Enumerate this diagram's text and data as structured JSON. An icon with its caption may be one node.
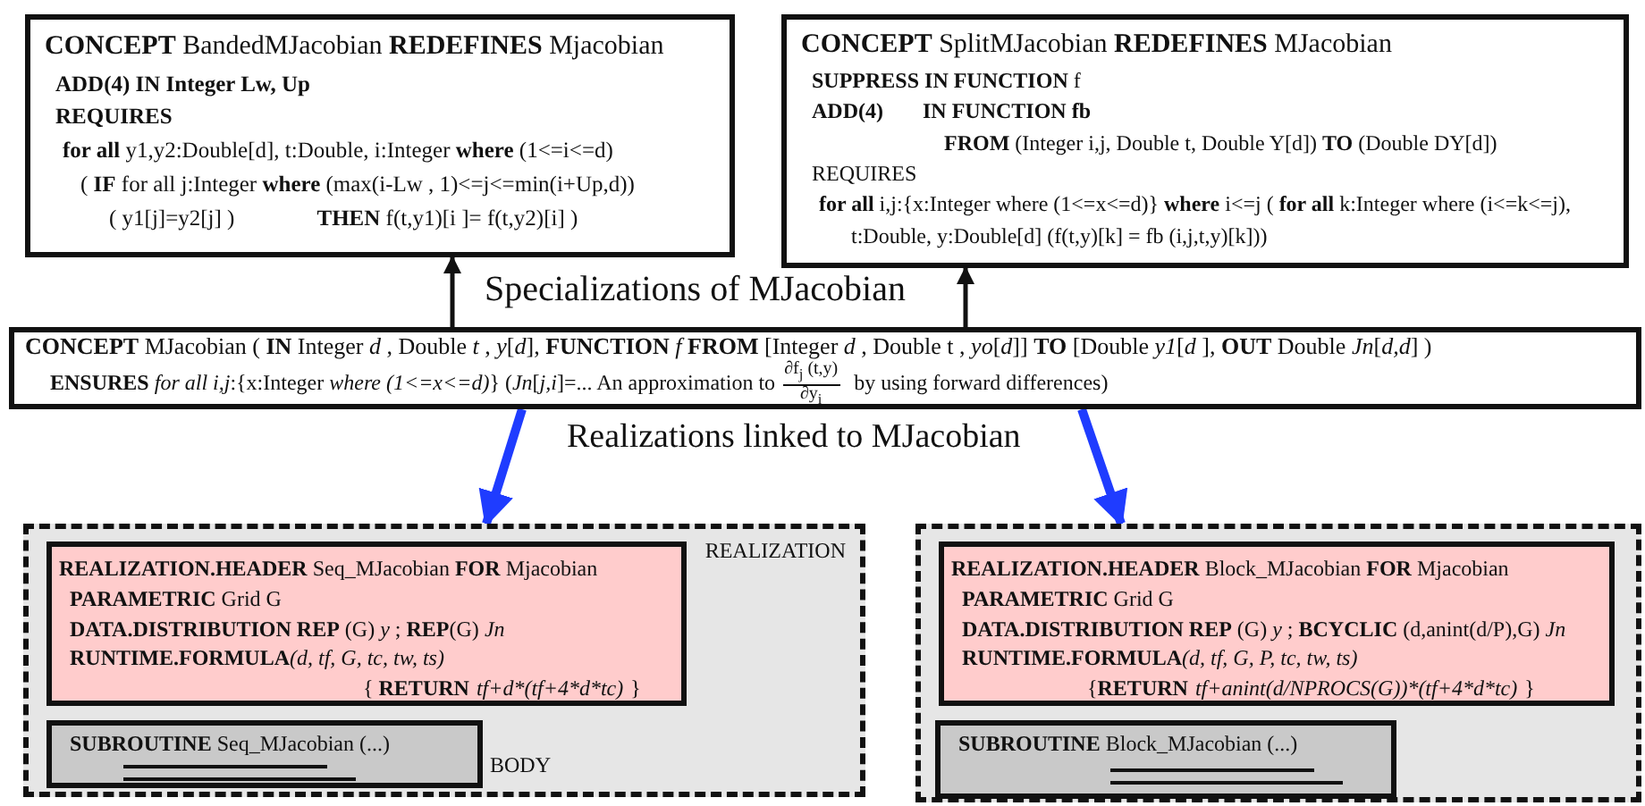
{
  "diagram": {
    "nodes": [
      {
        "text": [
          "**CONCEPT** BandedMJacobian **REDEFINES** Mjacobian",
          "ADD(4) IN Integer Lw, Up",
          "REQUIRES",
          "**for all** y1,y2:Double[d], t:Double, i:Integer **where** (1<=i<=d)",
          "( **IF** for all j:Integer **where** (max(i-Lw , 1)<=j<=min(i+Up,d))",
          "( y1[j]=y2[j] )",
          "**THEN** f(t,y1)[i ]= f(t,y2)[i] )"
        ]
      },
      {
        "text": [
          "**CONCEPT** SplitMJacobian **REDEFINES** MJacobian",
          "**SUPPRESS IN FUNCTION** f",
          "ADD(4)",
          "IN FUNCTION fb",
          "**FROM** (Integer i,j, Double t, Double Y[d]) **TO** (Double DY[d])",
          "REQUIRES",
          "**for all** i,j:{x:Integer where (1<=x<=d)} **where** i<=j ( **for all** k:Integer where (i<=k<=j), t:Double, y:Double[d] (f(t,y)[k] = fb (i,j,t,y)[k]))"
        ]
      },
      {
        "text": [
          "**CONCEPT** MJacobian ( **IN** Integer *d* , Double *t* , *y*[*d*], **FUNCTION** *f* **FROM** [Integer *d* , Double t , *yo*[*d*]] **TO** [Double *y1*[*d* ], **OUT** Double *Jn*[*d,d*] )",
          "**ENSURES** *for all i,j*:{x:Integer *where (1<=x<=d)*} (*Jn*[*j,i*]=... An approximation to",
          "**∂**f$_{j}$ (t,y)",
          "**∂**y$_{i}$",
          "by using forward differences)"
        ]
      },
      {
        "text": [
          "REALIZATION"
        ]
      },
      {
        "text": [
          "**REALIZATION.HEADER** Seq_MJacobian **FOR** Mjacobian",
          "**PARAMETRIC** Grid G",
          "**DATA.DISTRIBUTION REP** (G) *y* ; **REP**(G) *Jn*",
          "RUNTIME.FORMULA",
          "(d, tf, G, tc, tw, ts)",
          "{ **RETURN**",
          "tf+d*(tf+4*d*tc)",
          "}"
        ],
        "in": 3
      },
      {
        "text": [
          "**SUBROUTINE** Seq_MJacobian (...)"
        ],
        "in": 3,
        "beside": [
          "BODY"
        ]
      },
      {
        "text": [],
        "shape": "box"
      },
      {
        "text": [
          "**REALIZATION.HEADER** Block_MJacobian **FOR** Mjacobian",
          "**PARAMETRIC** Grid G",
          "**DATA.DISTRIBUTION REP** (G) *y* ; **BCYCLIC** (d,anint(d/P),G) *Jn*",
          "RUNTIME.FORMULA",
          "(d, tf, G, P, tc, tw, ts)",
          "{**RETURN**",
          "tf+anint(d/NPROCS(G))*(tf+4*d*tc)",
          "}"
        ],
        "in": 6
      },
      {
        "text": [
          "**SUBROUTINE** Block_MJacobian (...)"
        ],
        "in": 6
      }
    ],
    "edges": [
      {
        "from": 2,
        "to": 0,
        "arrow": "to"
      },
      {
        "from": 2,
        "to": 1,
        "arrow": "to"
      },
      {
        "from": 2,
        "to": 3,
        "arrow": "to",
        "style": "thick",
        "color": "#1f3cff"
      },
      {
        "from": 2,
        "to": 6,
        "arrow": "to",
        "style": "thick",
        "color": "#1f3cff"
      }
    ],
    "labels": [
      "Specializations of MJacobian",
      "Realizations linked to MJacobian"
    ]
  }
}
